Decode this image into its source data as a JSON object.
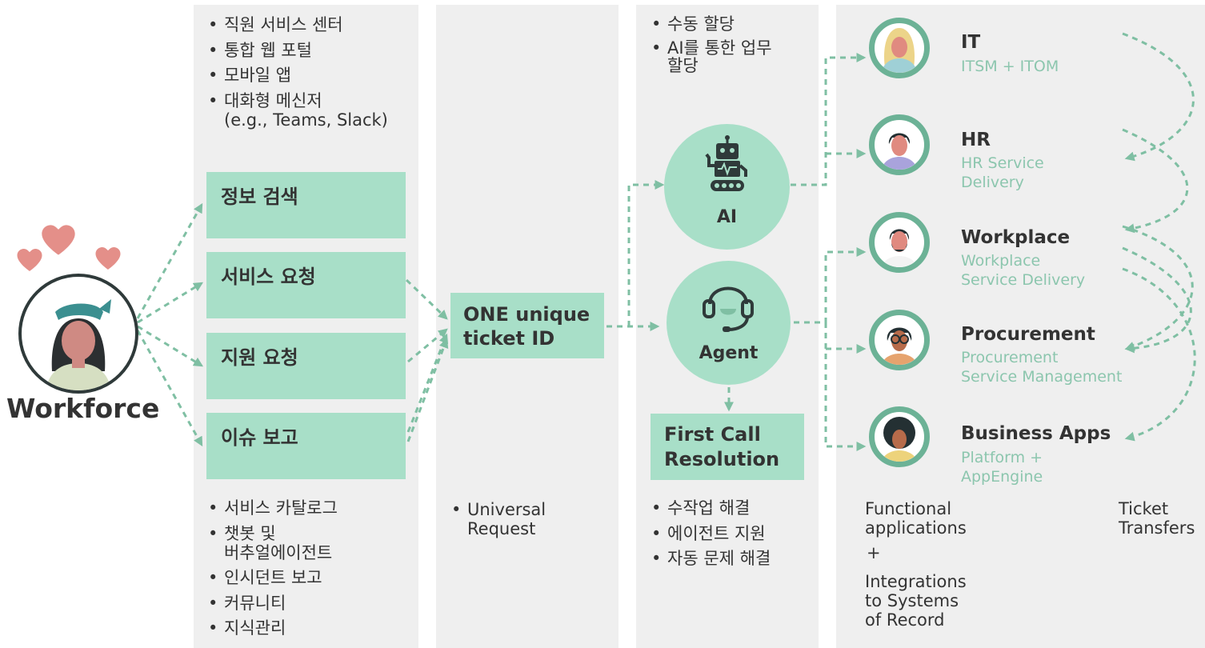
{
  "workforce": {
    "label": "Workforce"
  },
  "channels": {
    "items": [
      "직원 서비스 센터",
      "통합 웹 포털",
      "모바일 앱",
      "대화형 메신저\n(e.g., Teams, Slack)"
    ]
  },
  "request_types": [
    "정보 검색",
    "서비스 요청",
    "지원 요청",
    "이슈 보고"
  ],
  "self_service": {
    "items": [
      "서비스 카탈로그",
      "챗봇 및\n버추얼에이전트",
      "인시던트 보고",
      "커뮤니티",
      "지식관리"
    ]
  },
  "ticket": {
    "label": "ONE unique\nticket ID",
    "note": "Universal\nRequest"
  },
  "assignment": {
    "items": [
      "수동 할당",
      "AI를 통한 업무\n할당"
    ]
  },
  "ai": {
    "label": "AI"
  },
  "agent": {
    "label": "Agent"
  },
  "fcr": {
    "label": "First Call\nResolution"
  },
  "resolution": {
    "items": [
      "수작업 해결",
      "에이전트 지원",
      "자동 문제 해결"
    ]
  },
  "departments": [
    {
      "title": "IT",
      "subtitle": "ITSM + ITOM"
    },
    {
      "title": "HR",
      "subtitle": "HR Service\nDelivery"
    },
    {
      "title": "Workplace",
      "subtitle": "Workplace\nService Delivery"
    },
    {
      "title": "Procurement",
      "subtitle": "Procurement\nService Management"
    },
    {
      "title": "Business Apps",
      "subtitle": "Platform +\nAppEngine"
    }
  ],
  "footer": {
    "functional": "Functional\napplications",
    "plus": "+",
    "integrations": "Integrations\nto Systems\nof Record",
    "transfers": "Ticket\nTransfers"
  },
  "colors": {
    "accent": "#a8dfc8",
    "arrow": "#7fbfa3",
    "ring": "#6cb296",
    "subtitle": "#8cc6ae",
    "heart": "#e48f89",
    "panel": "#efefef"
  },
  "icons": [
    "heart-icon",
    "robot-icon",
    "headset-icon"
  ]
}
